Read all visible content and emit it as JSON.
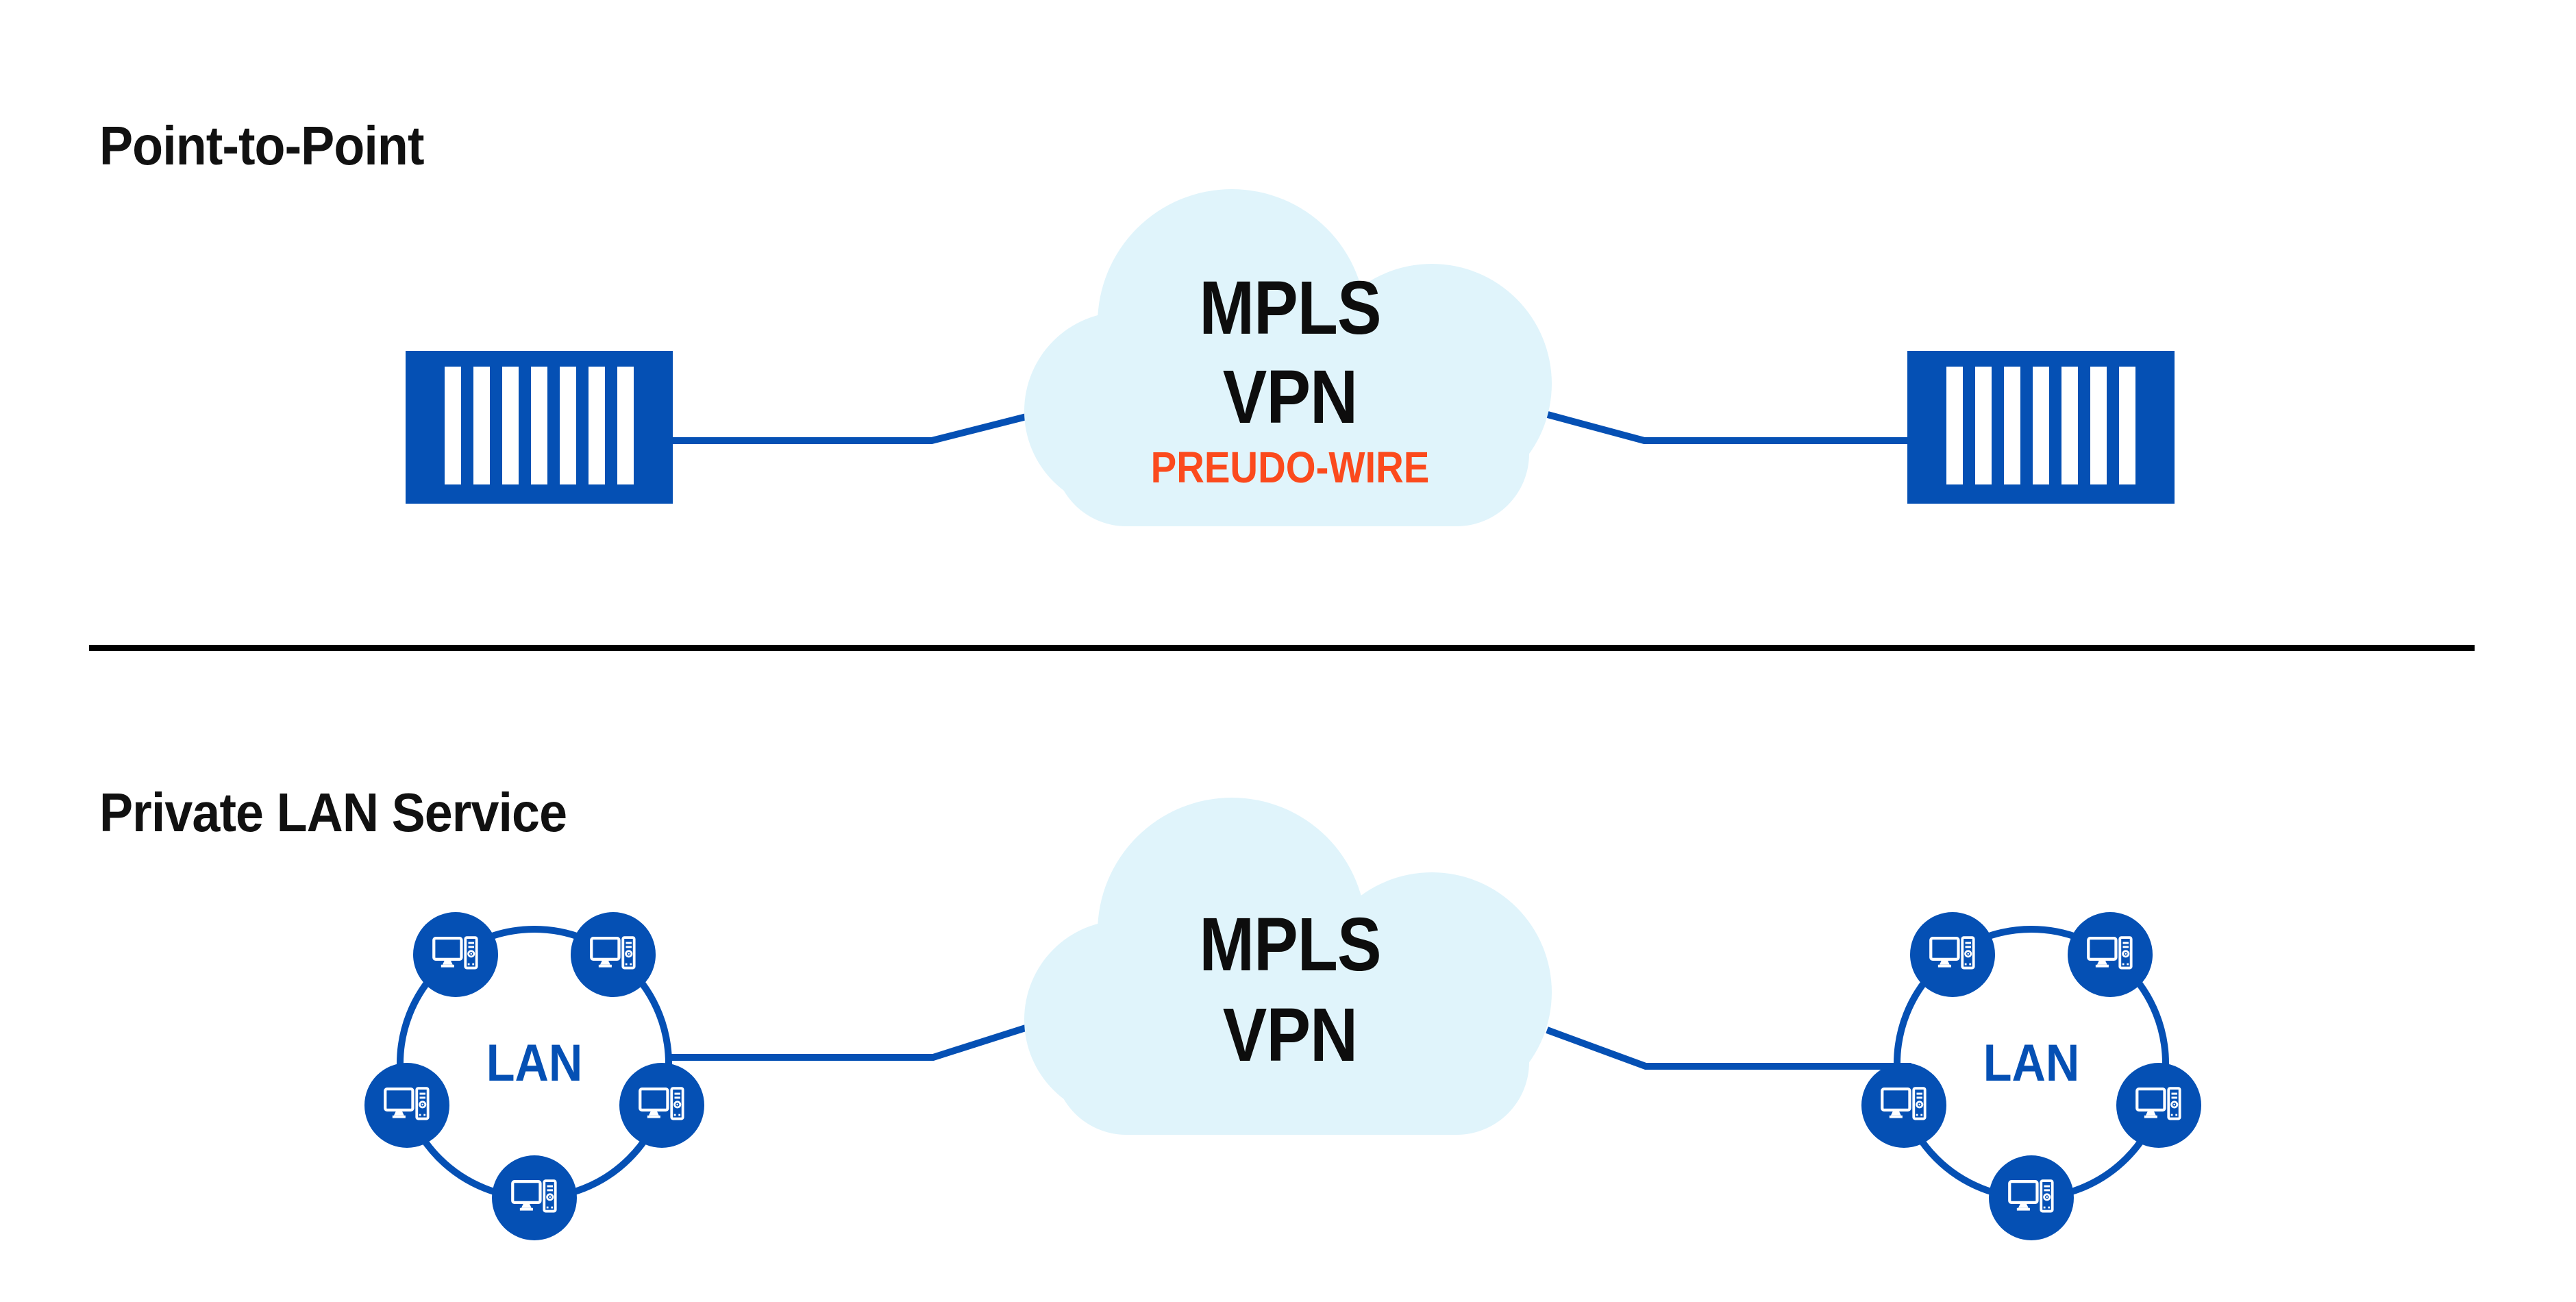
{
  "colors": {
    "brand_blue": "#0550B4",
    "cloud_fill": "#E0F4FB",
    "accent_orange": "#FB4A1D",
    "title_black": "#111111",
    "divider_black": "#000000"
  },
  "icons": {
    "device_box": "striped-panel-device-icon",
    "workstation": "desktop-computer-icon",
    "cloud": "cloud-shape-icon"
  },
  "top_section": {
    "title": "Point-to-Point",
    "cloud": {
      "line1": "MPLS",
      "line2": "VPN",
      "line3": "PREUDO-WIRE"
    }
  },
  "bottom_section": {
    "title": "Private LAN Service",
    "cloud": {
      "line1": "MPLS",
      "line2": "VPN"
    },
    "left_lan_label": "LAN",
    "right_lan_label": "LAN"
  }
}
